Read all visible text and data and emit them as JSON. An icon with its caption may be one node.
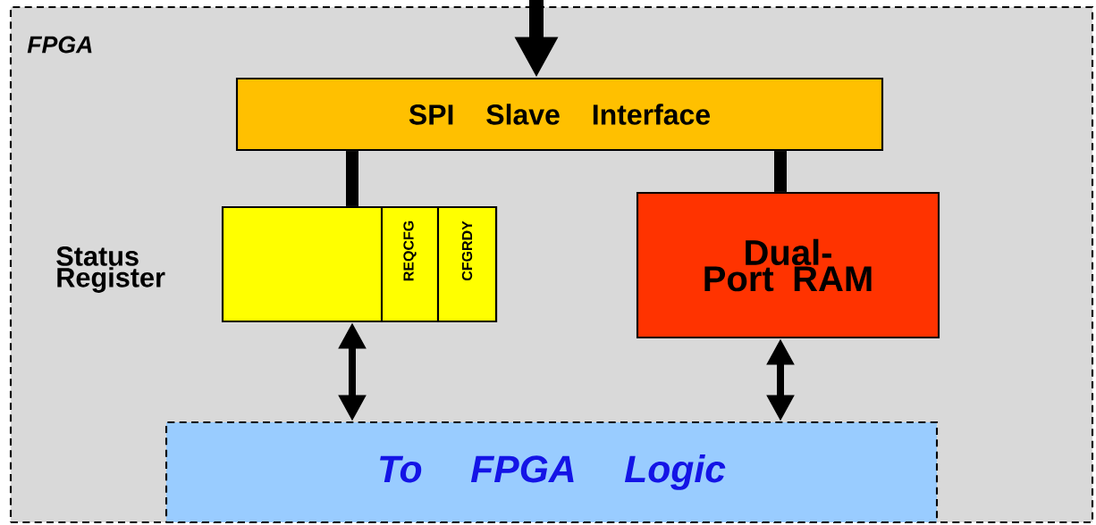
{
  "diagram": {
    "nodes": [
      {
        "text": [
          "FPGA"
        ]
      },
      {
        "text": [
          "SPI Slave Interface"
        ],
        "in": 0
      },
      {
        "text": [
          "Status Register"
        ],
        "in": 0
      },
      {
        "text": [
          "REQCFG"
        ],
        "in": 2
      },
      {
        "text": [
          "CFGRDY"
        ],
        "in": 2
      },
      {
        "text": [
          "Dual-Port RAM"
        ],
        "in": 0
      },
      {
        "text": [
          "To FPGA Logic"
        ],
        "in": 0
      }
    ],
    "edges": [
      {
        "from": null,
        "to": 1,
        "arrow": "to"
      },
      {
        "from": 1,
        "to": 2,
        "arrow": "none"
      },
      {
        "from": 1,
        "to": 5,
        "arrow": "none"
      },
      {
        "from": 2,
        "to": 6,
        "arrow": "both"
      },
      {
        "from": 5,
        "to": 6,
        "arrow": "both"
      }
    ]
  }
}
